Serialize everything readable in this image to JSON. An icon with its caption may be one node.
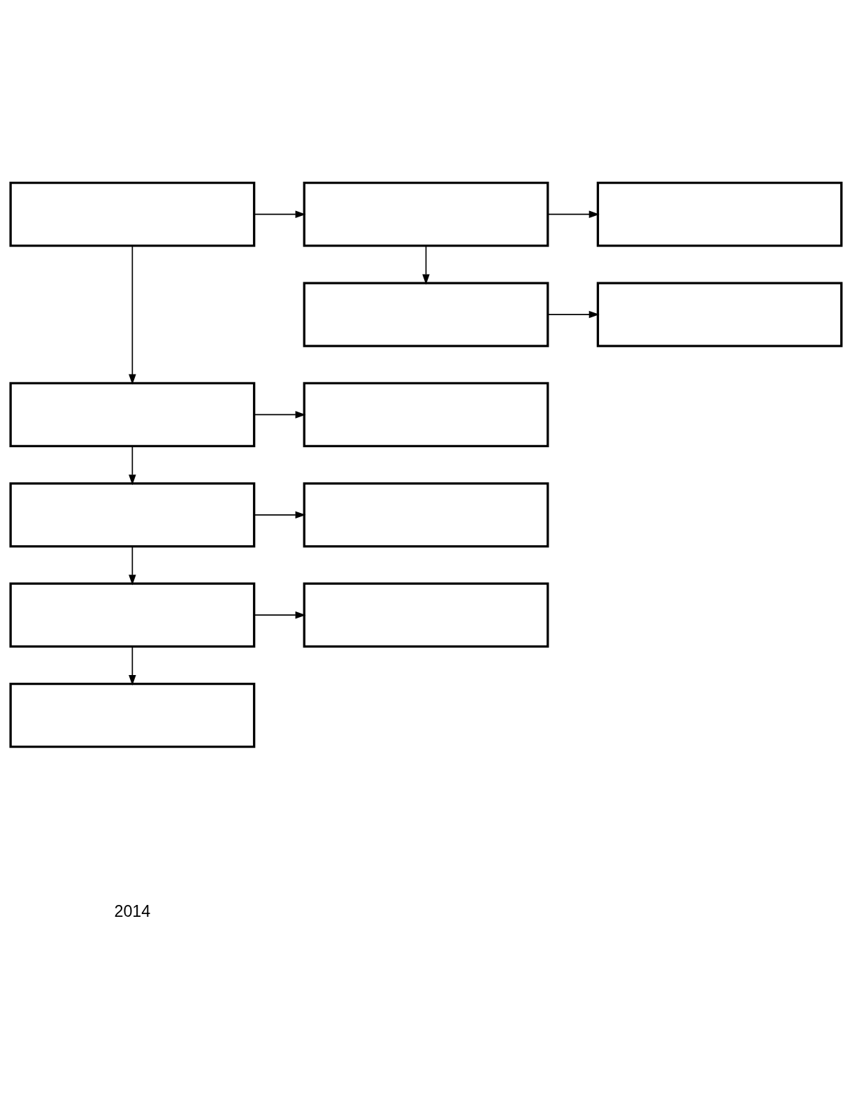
{
  "diagram": {
    "nodes": [
      {
        "text": [],
        "shape": "box"
      },
      {
        "text": [],
        "shape": "box"
      },
      {
        "text": [],
        "shape": "box"
      },
      {
        "text": [],
        "shape": "box"
      },
      {
        "text": [],
        "shape": "box"
      },
      {
        "text": [],
        "shape": "box"
      },
      {
        "text": [],
        "shape": "box"
      },
      {
        "text": [],
        "shape": "box"
      },
      {
        "text": [],
        "shape": "box"
      },
      {
        "text": [],
        "shape": "box"
      },
      {
        "text": [],
        "shape": "box"
      },
      {
        "text": [],
        "shape": "box"
      }
    ],
    "edges": [
      {
        "from": 0,
        "to": 1,
        "arrow": "to"
      },
      {
        "from": 1,
        "to": 2,
        "arrow": "to"
      },
      {
        "from": 1,
        "to": 3,
        "arrow": "to"
      },
      {
        "from": 3,
        "to": 4,
        "arrow": "to"
      },
      {
        "from": 0,
        "to": 5,
        "arrow": "to"
      },
      {
        "from": 5,
        "to": 6,
        "arrow": "to"
      },
      {
        "from": 5,
        "to": 7,
        "arrow": "to"
      },
      {
        "from": 7,
        "to": 8,
        "arrow": "to"
      },
      {
        "from": 7,
        "to": 9,
        "arrow": "to"
      },
      {
        "from": 9,
        "to": 10,
        "arrow": "to"
      },
      {
        "from": 9,
        "to": 11,
        "arrow": "to"
      }
    ],
    "labels": [
      "2014"
    ]
  }
}
